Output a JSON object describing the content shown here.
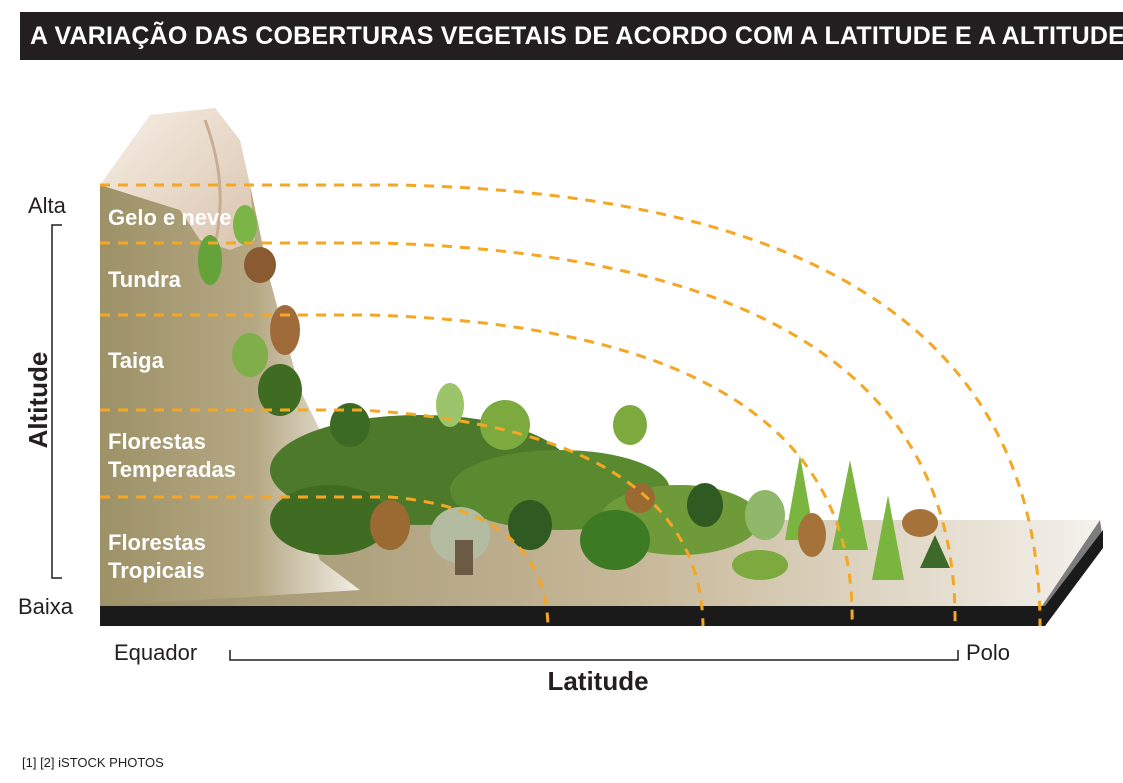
{
  "title": "A VARIAÇÃO DAS COBERTURAS VEGETAIS DE ACORDO COM A LATITUDE E A ALTITUDE",
  "altitude_axis": {
    "label": "Altitude",
    "top": "Alta",
    "bottom": "Baixa"
  },
  "latitude_axis": {
    "label": "Latitude",
    "left": "Equador",
    "right": "Polo"
  },
  "zones": [
    "Gelo e neve",
    "Tundra",
    "Taiga",
    "Florestas",
    "Temperadas",
    "Florestas",
    "Tropicais"
  ],
  "credit": "[1]  [2] iSTOCK PHOTOS",
  "colors": {
    "title_bar": "#231f20",
    "dashed_line": "#f5a623",
    "ground": "#a69a6c",
    "snow": "#e8d8c8",
    "base": "#1a1a1a"
  }
}
